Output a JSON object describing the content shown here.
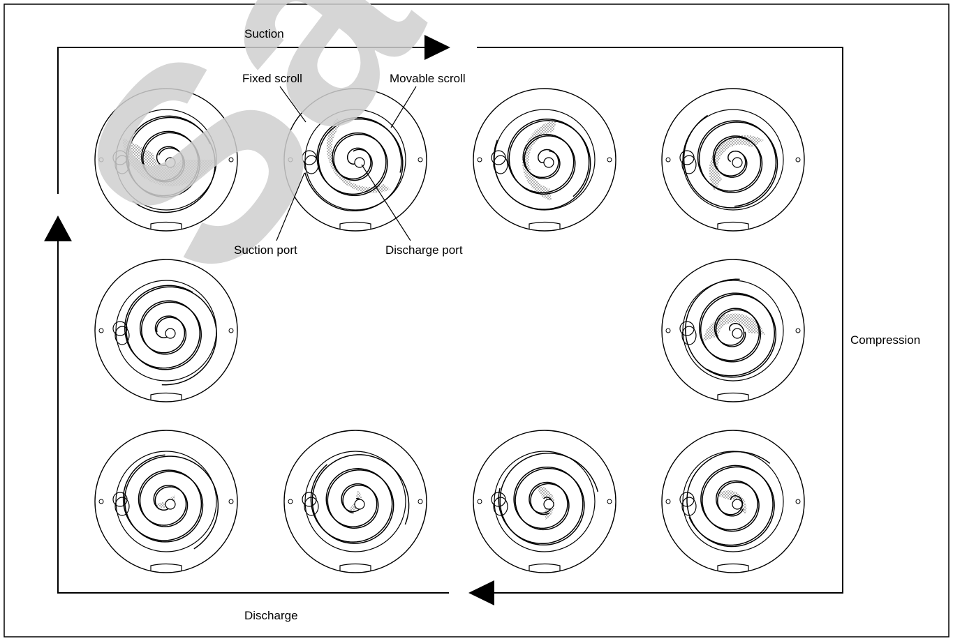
{
  "labels": {
    "suction": "Suction",
    "compression": "Compression",
    "discharge": "Discharge",
    "fixed_scroll": "Fixed scroll",
    "movable_scroll": "Movable scroll",
    "suction_port": "Suction port",
    "discharge_port": "Discharge port"
  },
  "watermark": "Sa",
  "stages": [
    {
      "id": "stage-1",
      "position": "top-1",
      "shade": "outer"
    },
    {
      "id": "stage-2",
      "position": "top-2",
      "shade": "outer-band"
    },
    {
      "id": "stage-3",
      "position": "top-3",
      "shade": "mid-band"
    },
    {
      "id": "stage-4",
      "position": "top-4",
      "shade": "inner-band"
    },
    {
      "id": "stage-5",
      "position": "right-middle",
      "shade": "inner"
    },
    {
      "id": "stage-6",
      "position": "bottom-4",
      "shade": "center"
    },
    {
      "id": "stage-7",
      "position": "bottom-3",
      "shade": "center"
    },
    {
      "id": "stage-8",
      "position": "bottom-2",
      "shade": "center-small"
    },
    {
      "id": "stage-9",
      "position": "bottom-1",
      "shade": "center-small"
    },
    {
      "id": "stage-10",
      "position": "left-middle",
      "shade": "none"
    }
  ],
  "colors": {
    "line": "#000000",
    "hatch": "#8a8a8a",
    "watermark": "#cfcfcf"
  }
}
